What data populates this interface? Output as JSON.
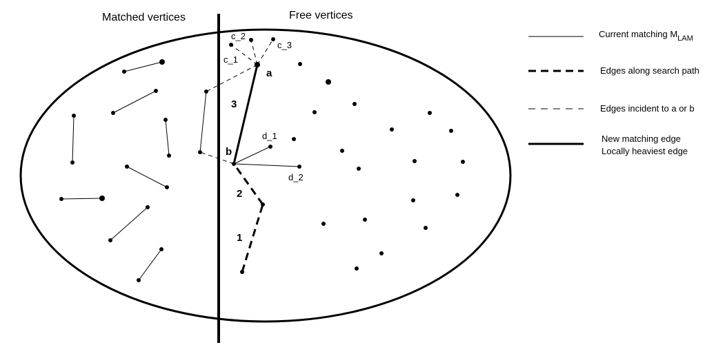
{
  "section_labels": {
    "matched": "Matched vertices",
    "free": "Free vertices"
  },
  "vertex_labels": {
    "a": "a",
    "b": "b",
    "c1": "c_1",
    "c2": "c_2",
    "c3": "c_3",
    "d1": "d_1",
    "d2": "d_2"
  },
  "path_step_labels": [
    "1",
    "2",
    "3"
  ],
  "legend": [
    {
      "style": "thin-solid",
      "label": "Current matching M",
      "subscript": "LAM"
    },
    {
      "style": "thick-dashed",
      "label": "Edges along search path"
    },
    {
      "style": "thin-dashed",
      "label": "Edges incident to a or b"
    },
    {
      "style": "thick-solid",
      "label": "New matching edge",
      "label2": "Locally heaviest edge"
    }
  ],
  "colors": {
    "stroke": "#000000",
    "background": "#ffffff"
  }
}
